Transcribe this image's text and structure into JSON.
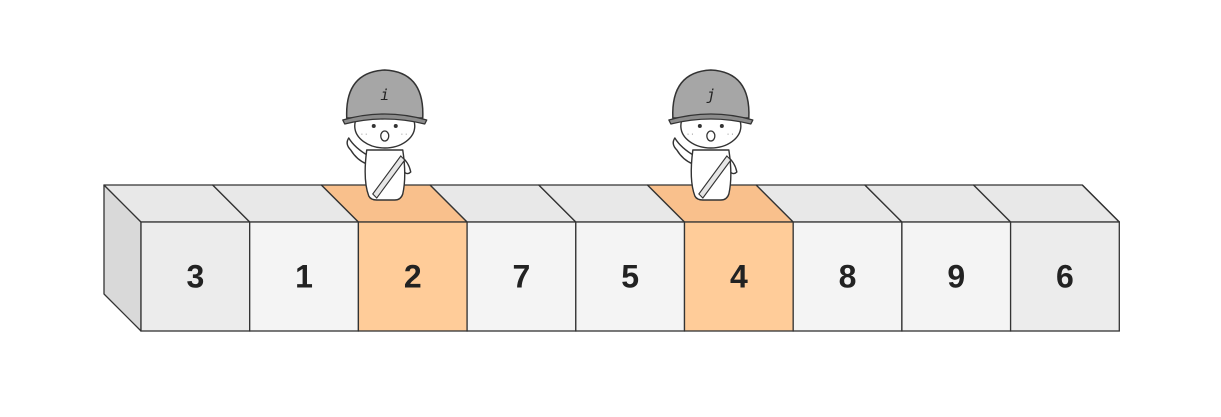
{
  "array": {
    "cells": [
      {
        "value": "3",
        "highlight": false
      },
      {
        "value": "1",
        "highlight": false
      },
      {
        "value": "2",
        "highlight": true
      },
      {
        "value": "7",
        "highlight": false
      },
      {
        "value": "5",
        "highlight": false
      },
      {
        "value": "4",
        "highlight": true
      },
      {
        "value": "8",
        "highlight": false
      },
      {
        "value": "9",
        "highlight": false
      },
      {
        "value": "6",
        "highlight": false
      }
    ]
  },
  "pointers": [
    {
      "label": "i",
      "cell_index": 2
    },
    {
      "label": "j",
      "cell_index": 5
    }
  ],
  "colors": {
    "cell_front": "#f4f4f4",
    "cell_end_front": "#ececec",
    "cell_top": "#e8e8e8",
    "cell_side": "#d9d9d9",
    "highlight_front": "#ffcc99",
    "highlight_top": "#f9c08c",
    "stroke": "#333333",
    "text": "#222222",
    "helmet": "#a6a6a6",
    "helmet_dark": "#8c8c8c",
    "body": "#ffffff"
  }
}
